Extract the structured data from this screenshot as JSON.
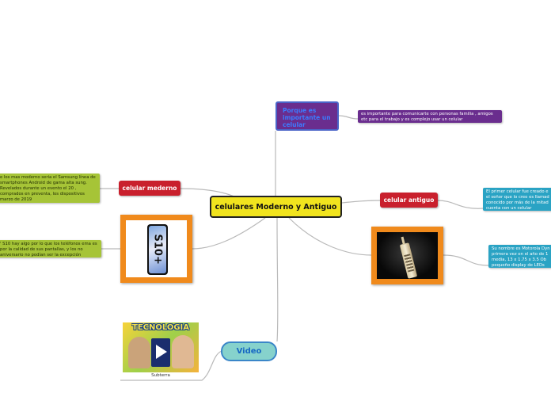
{
  "central": {
    "label": "celulares Moderno y Antiguo"
  },
  "topics": {
    "porque": "Porque es importante un celular",
    "moderno": "celular mederno",
    "antiguo": "celular antiguo",
    "video": "Video"
  },
  "leaves": {
    "porque_text": "es importante para comunicarte con personas familia , amigos etc para el trabajo y es complejo usar un celular",
    "moderno_1": "e los mas moderno seria el Samsung línea de smartphones Android de gama alta sung. Revelados durante un evento el 20 , comprados en preventa, los dispositivos marzo de 2019",
    "moderno_2": "' S10 hay algo por lo que los teléfonos ema es por la calidad de sus pantallas, y los no aniversario no podían ser la excepción",
    "antiguo_1": "El primer celular fue creado e el señor que lo creo es llamad conocido por más de la mitad cuenta con un celular",
    "antiguo_2": "Su nombre es Motorola Dyn primera vez en el año de 1 media, 13 x 1.75 x 3.5 Ob pequeño display de LEDs"
  },
  "images": {
    "phone_modern_text": "S10+",
    "video_thumb_title": "TECNOLOGIA",
    "video_thumb_caption": "Subterra"
  },
  "colors": {
    "central": "#f1e41e",
    "topic_red": "#c9202d",
    "topic_purple": "#6a2d8e",
    "leaf_green": "#a6c437",
    "leaf_teal": "#2aa3c4",
    "image_frame": "#f08a1c",
    "video_topic": "#86d2cc"
  }
}
